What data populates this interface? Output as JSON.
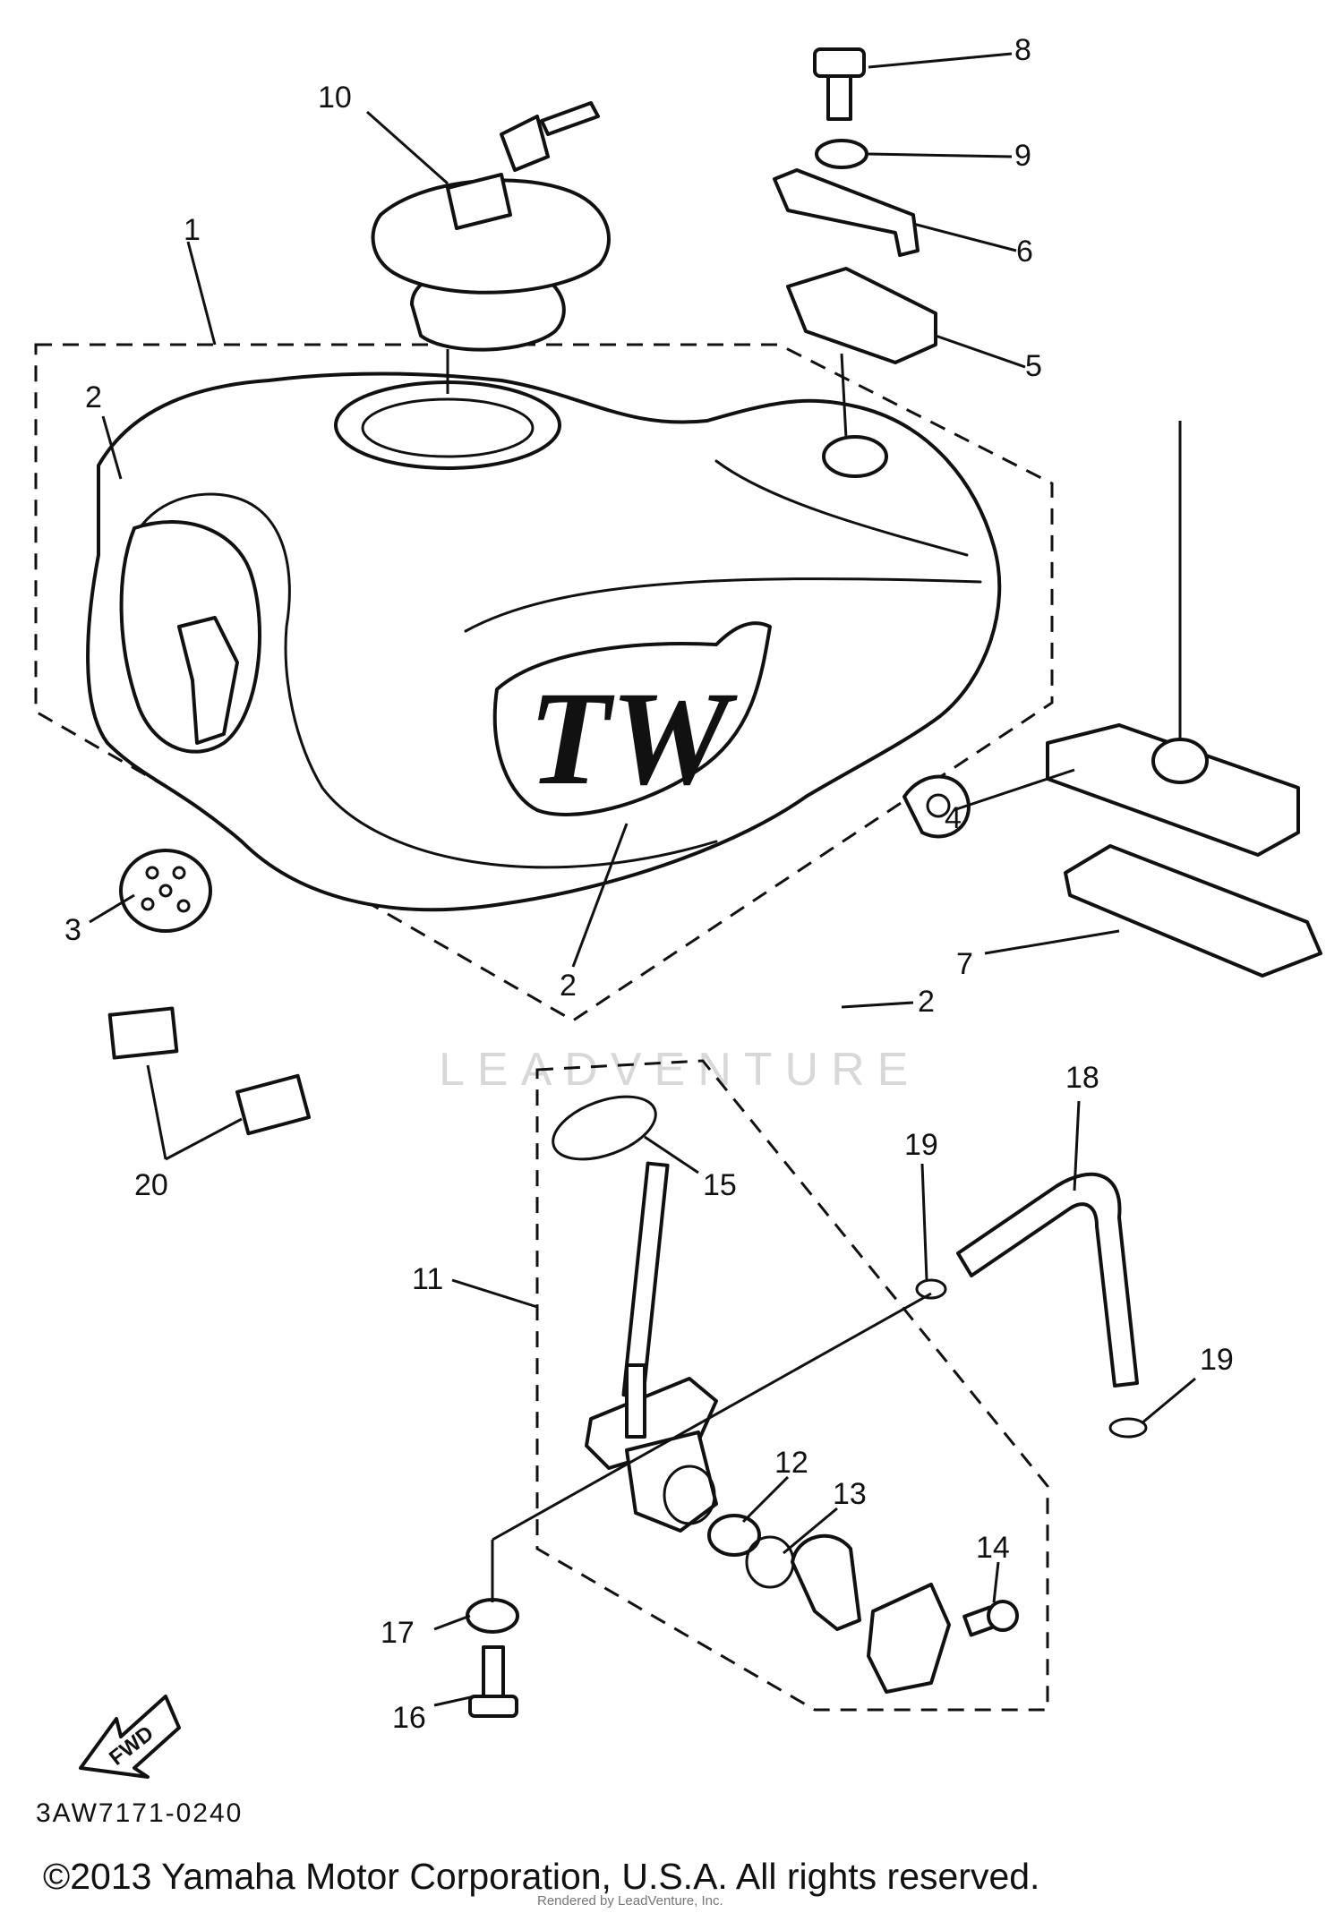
{
  "diagram_code": "3AW7171-0240",
  "copyright": "©2013 Yamaha Motor Corporation, U.S.A. All rights reserved.",
  "rendered_by": "Rendered by LeadVenture, Inc.",
  "watermark": "LEADVENTURE",
  "tank_logo": "TW",
  "fwd_arrow_label": "FWD",
  "callouts": [
    "1",
    "2",
    "2",
    "2",
    "3",
    "4",
    "5",
    "6",
    "7",
    "8",
    "9",
    "10",
    "11",
    "12",
    "13",
    "14",
    "15",
    "16",
    "17",
    "18",
    "19",
    "19",
    "20"
  ]
}
